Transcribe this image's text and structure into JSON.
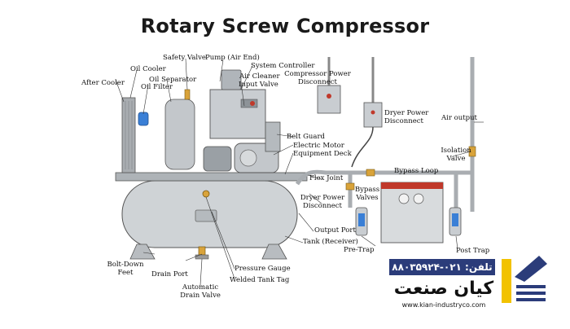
{
  "title": "Rotary Screw Compressor",
  "labels": {
    "after_cooler": "After Cooler",
    "oil_cooler": "Oil Cooler",
    "safety_valve": "Safety Valve",
    "pump_air_end": "Pump (Air End)",
    "oil_separator": "Oil Separator",
    "oil_filter": "Oil Filter",
    "system_controller": "System Controller",
    "air_cleaner": "Air Cleaner",
    "input_valve": "Input Valve",
    "compressor_power_disconnect_1": "Compressor Power",
    "compressor_power_disconnect_2": "Disconnect",
    "belt_guard": "Belt Guard",
    "electric_motor": "Electric Motor",
    "equipment_deck": "Equipment Deck",
    "dryer_power_disconnect_top_1": "Dryer Power",
    "dryer_power_disconnect_top_2": "Disconnect",
    "air_output": "Air output",
    "isolation_valve_1": "Isolation",
    "isolation_valve_2": "Valve",
    "flex_joint": "Flex Joint",
    "bypass_loop": "Bypass Loop",
    "bypass_valves_1": "Bypass",
    "bypass_valves_2": "Valves",
    "dryer_power_disconnect_1": "Dryer Power",
    "dryer_power_disconnect_2": "Disconnect",
    "output_port": "Output Port",
    "tank_receiver": "Tank (Receiver)",
    "pre_trap": "Pre-Trap",
    "post_trap": "Post Trap",
    "bolt_down_feet_1": "Bolt-Down",
    "bolt_down_feet_2": "Feet",
    "drain_port": "Drain Port",
    "pressure_gauge": "Pressure Gauge",
    "automatic_drain_valve_1": "Automatic",
    "automatic_drain_valve_2": "Drain Valve",
    "welded_tank_tag": "Welded Tank Tag"
  },
  "brand": {
    "phone": "تلفن: ۰۲۱-۸۸۰۳۵۹۲۴",
    "name": "کیان صنعت",
    "url": "www.kian-industryco.com"
  },
  "colors": {
    "tank": "#cfd3d6",
    "machine": "#bfc4c8",
    "pipe": "#a9adb1",
    "brass": "#d9a33a",
    "blue": "#3a7fd6",
    "red": "#c0392b",
    "brand_blue": "#2b3c7a",
    "brand_yellow": "#f2c200"
  }
}
